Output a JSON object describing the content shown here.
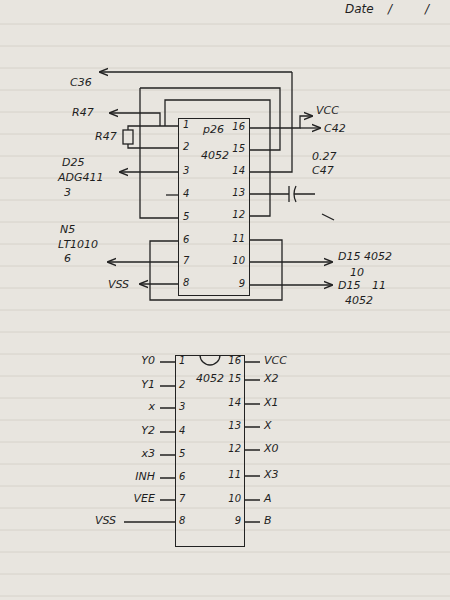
{
  "diagram": {
    "nodes": [
      {
        "text": [
          "p26",
          "4052"
        ]
      },
      {
        "text": [
          "4052"
        ]
      }
    ],
    "labels": [
      "Date",
      "/",
      "/",
      "C36",
      "R47",
      "R47",
      "D25",
      "ADG411",
      "3",
      "N5",
      "LT1010",
      "6",
      "VSS",
      "VCC",
      "C42",
      "0.27",
      "C47",
      "D15 4052",
      "10",
      "D15",
      "11",
      "4052",
      "1",
      "2",
      "3",
      "4",
      "5",
      "6",
      "7",
      "8",
      "16",
      "15",
      "14",
      "13",
      "12",
      "11",
      "10",
      "9",
      "1",
      "2",
      "3",
      "4",
      "5",
      "6",
      "7",
      "8",
      "16",
      "15",
      "14",
      "13",
      "12",
      "11",
      "10",
      "9",
      "Y0",
      "Y1",
      "x",
      "Y2",
      "x3",
      "INH",
      "VEE",
      "VSS",
      "VCC",
      "X2",
      "X1",
      "X",
      "X0",
      "X3",
      "A",
      "B"
    ]
  }
}
